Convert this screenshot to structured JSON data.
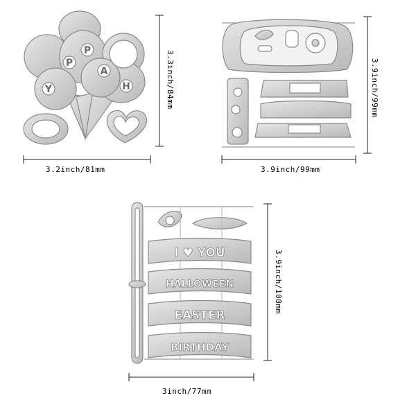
{
  "die_sets": {
    "balloons": {
      "name": "happy-balloons-die",
      "width_label": "3.2inch/81mm",
      "height_label": "3.3inch/84mm",
      "letters": [
        "Y",
        "P",
        "P",
        "A",
        "H"
      ]
    },
    "car": {
      "name": "car-dashboard-die",
      "width_label": "3.9inch/99mm",
      "height_label": "3.9inch/99mm"
    },
    "banners": {
      "name": "word-banners-die",
      "width_label": "3inch/77mm",
      "height_label": "3.9inch/100mm",
      "words": [
        "I ♥ YOU",
        "HALLOWEEN",
        "EASTER",
        "BIRTHDAY"
      ]
    }
  },
  "colors": {
    "die_fill": "#d4d4d4",
    "die_stroke": "#8a8a8a",
    "die_highlight": "#f2f2f2",
    "dimension_line": "#222222"
  }
}
